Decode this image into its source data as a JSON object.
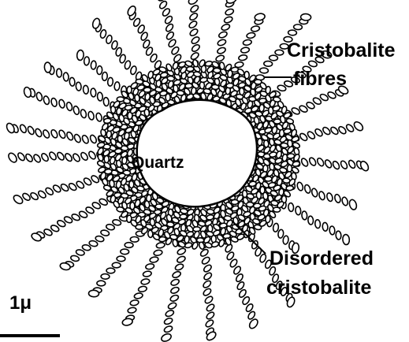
{
  "labels": {
    "core": "Quartz",
    "fibres_line1": "Cristobalite",
    "fibres_line2": "fibres",
    "disordered_line1": "Disordered",
    "disordered_line2": "cristobalite"
  },
  "scale_bar": {
    "label": "1μ"
  },
  "colors": {
    "ink": "#000000",
    "background": "#ffffff"
  }
}
